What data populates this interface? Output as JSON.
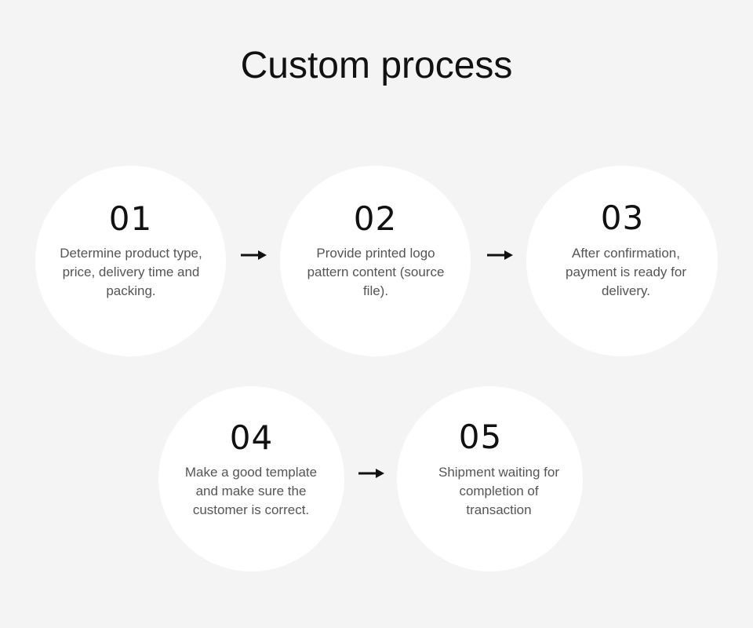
{
  "title": "Custom process",
  "steps": [
    {
      "number": "01",
      "text": "Determine product type, price, delivery time and packing."
    },
    {
      "number": "02",
      "text": "Provide printed logo pattern content (source file)."
    },
    {
      "number": "03",
      "text": "After confirmation, payment is ready for delivery."
    },
    {
      "number": "04",
      "text": "Make a good template and make sure the customer is correct."
    },
    {
      "number": "05",
      "text": "Shipment waiting for completion of transaction"
    }
  ],
  "arrow_icon": "right-arrow-icon",
  "colors": {
    "background": "#f4f4f4",
    "circle": "#ffffff",
    "number": "#111111",
    "text": "#555555",
    "arrow": "#111111"
  }
}
